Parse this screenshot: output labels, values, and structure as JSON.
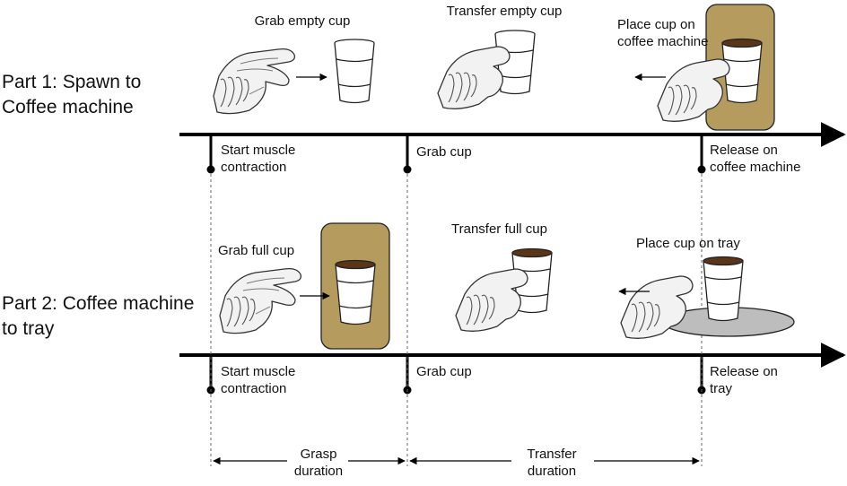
{
  "part1": {
    "title": "Part 1: Spawn to\nCoffee machine",
    "captions": {
      "grab": "Grab empty cup",
      "transfer": "Transfer empty cup",
      "place": "Place cup on\ncoffee machine"
    },
    "events": {
      "start": "Start muscle\ncontraction",
      "grab": "Grab cup",
      "release": "Release on\ncoffee machine"
    }
  },
  "part2": {
    "title": "Part 2: Coffee machine\nto tray",
    "captions": {
      "grab": "Grab full cup",
      "transfer": "Transfer full cup",
      "place": "Place cup on tray"
    },
    "events": {
      "start": "Start muscle\ncontraction",
      "grab": "Grab cup",
      "release": "Release on\ntray"
    }
  },
  "durations": {
    "grasp": "Grasp\nduration",
    "transfer": "Transfer\nduration"
  },
  "colors": {
    "machine": "#b59b5e",
    "coffee": "#5a3518",
    "tray": "#bdbdbd",
    "hand": "#f2f2f2",
    "line": "#000000"
  },
  "icons": [
    "prosthetic-hand-icon",
    "paper-cup-icon",
    "coffee-machine-icon",
    "tray-icon",
    "arrow-icon"
  ]
}
